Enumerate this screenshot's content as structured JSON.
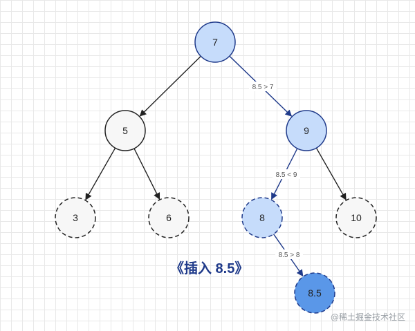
{
  "title": "《插入 8.5》",
  "watermark": "@稀土掘金技术社区",
  "colors": {
    "path_fill": "#c6dcfb",
    "path_stroke": "#1f3a8a",
    "inserted_fill": "#5a97e8",
    "plain_fill": "#f7f7f7",
    "text": "#222222"
  },
  "nodes": [
    {
      "id": "n7",
      "label": "7",
      "style": "path"
    },
    {
      "id": "n5",
      "label": "5",
      "style": "solid"
    },
    {
      "id": "n9",
      "label": "9",
      "style": "path"
    },
    {
      "id": "n3",
      "label": "3",
      "style": "dashed"
    },
    {
      "id": "n6",
      "label": "6",
      "style": "dashed"
    },
    {
      "id": "n8",
      "label": "8",
      "style": "path-dashed"
    },
    {
      "id": "n10",
      "label": "10",
      "style": "dashed"
    },
    {
      "id": "n85",
      "label": "8.5",
      "style": "inserted"
    }
  ],
  "edges": [
    {
      "from": "n7",
      "to": "n5",
      "label": "",
      "highlight": false
    },
    {
      "from": "n7",
      "to": "n9",
      "label": "8.5 > 7",
      "highlight": true
    },
    {
      "from": "n5",
      "to": "n3",
      "label": "",
      "highlight": false
    },
    {
      "from": "n5",
      "to": "n6",
      "label": "",
      "highlight": false
    },
    {
      "from": "n9",
      "to": "n8",
      "label": "8.5 < 9",
      "highlight": true
    },
    {
      "from": "n9",
      "to": "n10",
      "label": "",
      "highlight": false
    },
    {
      "from": "n8",
      "to": "n85",
      "label": "8.5 > 8",
      "highlight": true
    }
  ]
}
